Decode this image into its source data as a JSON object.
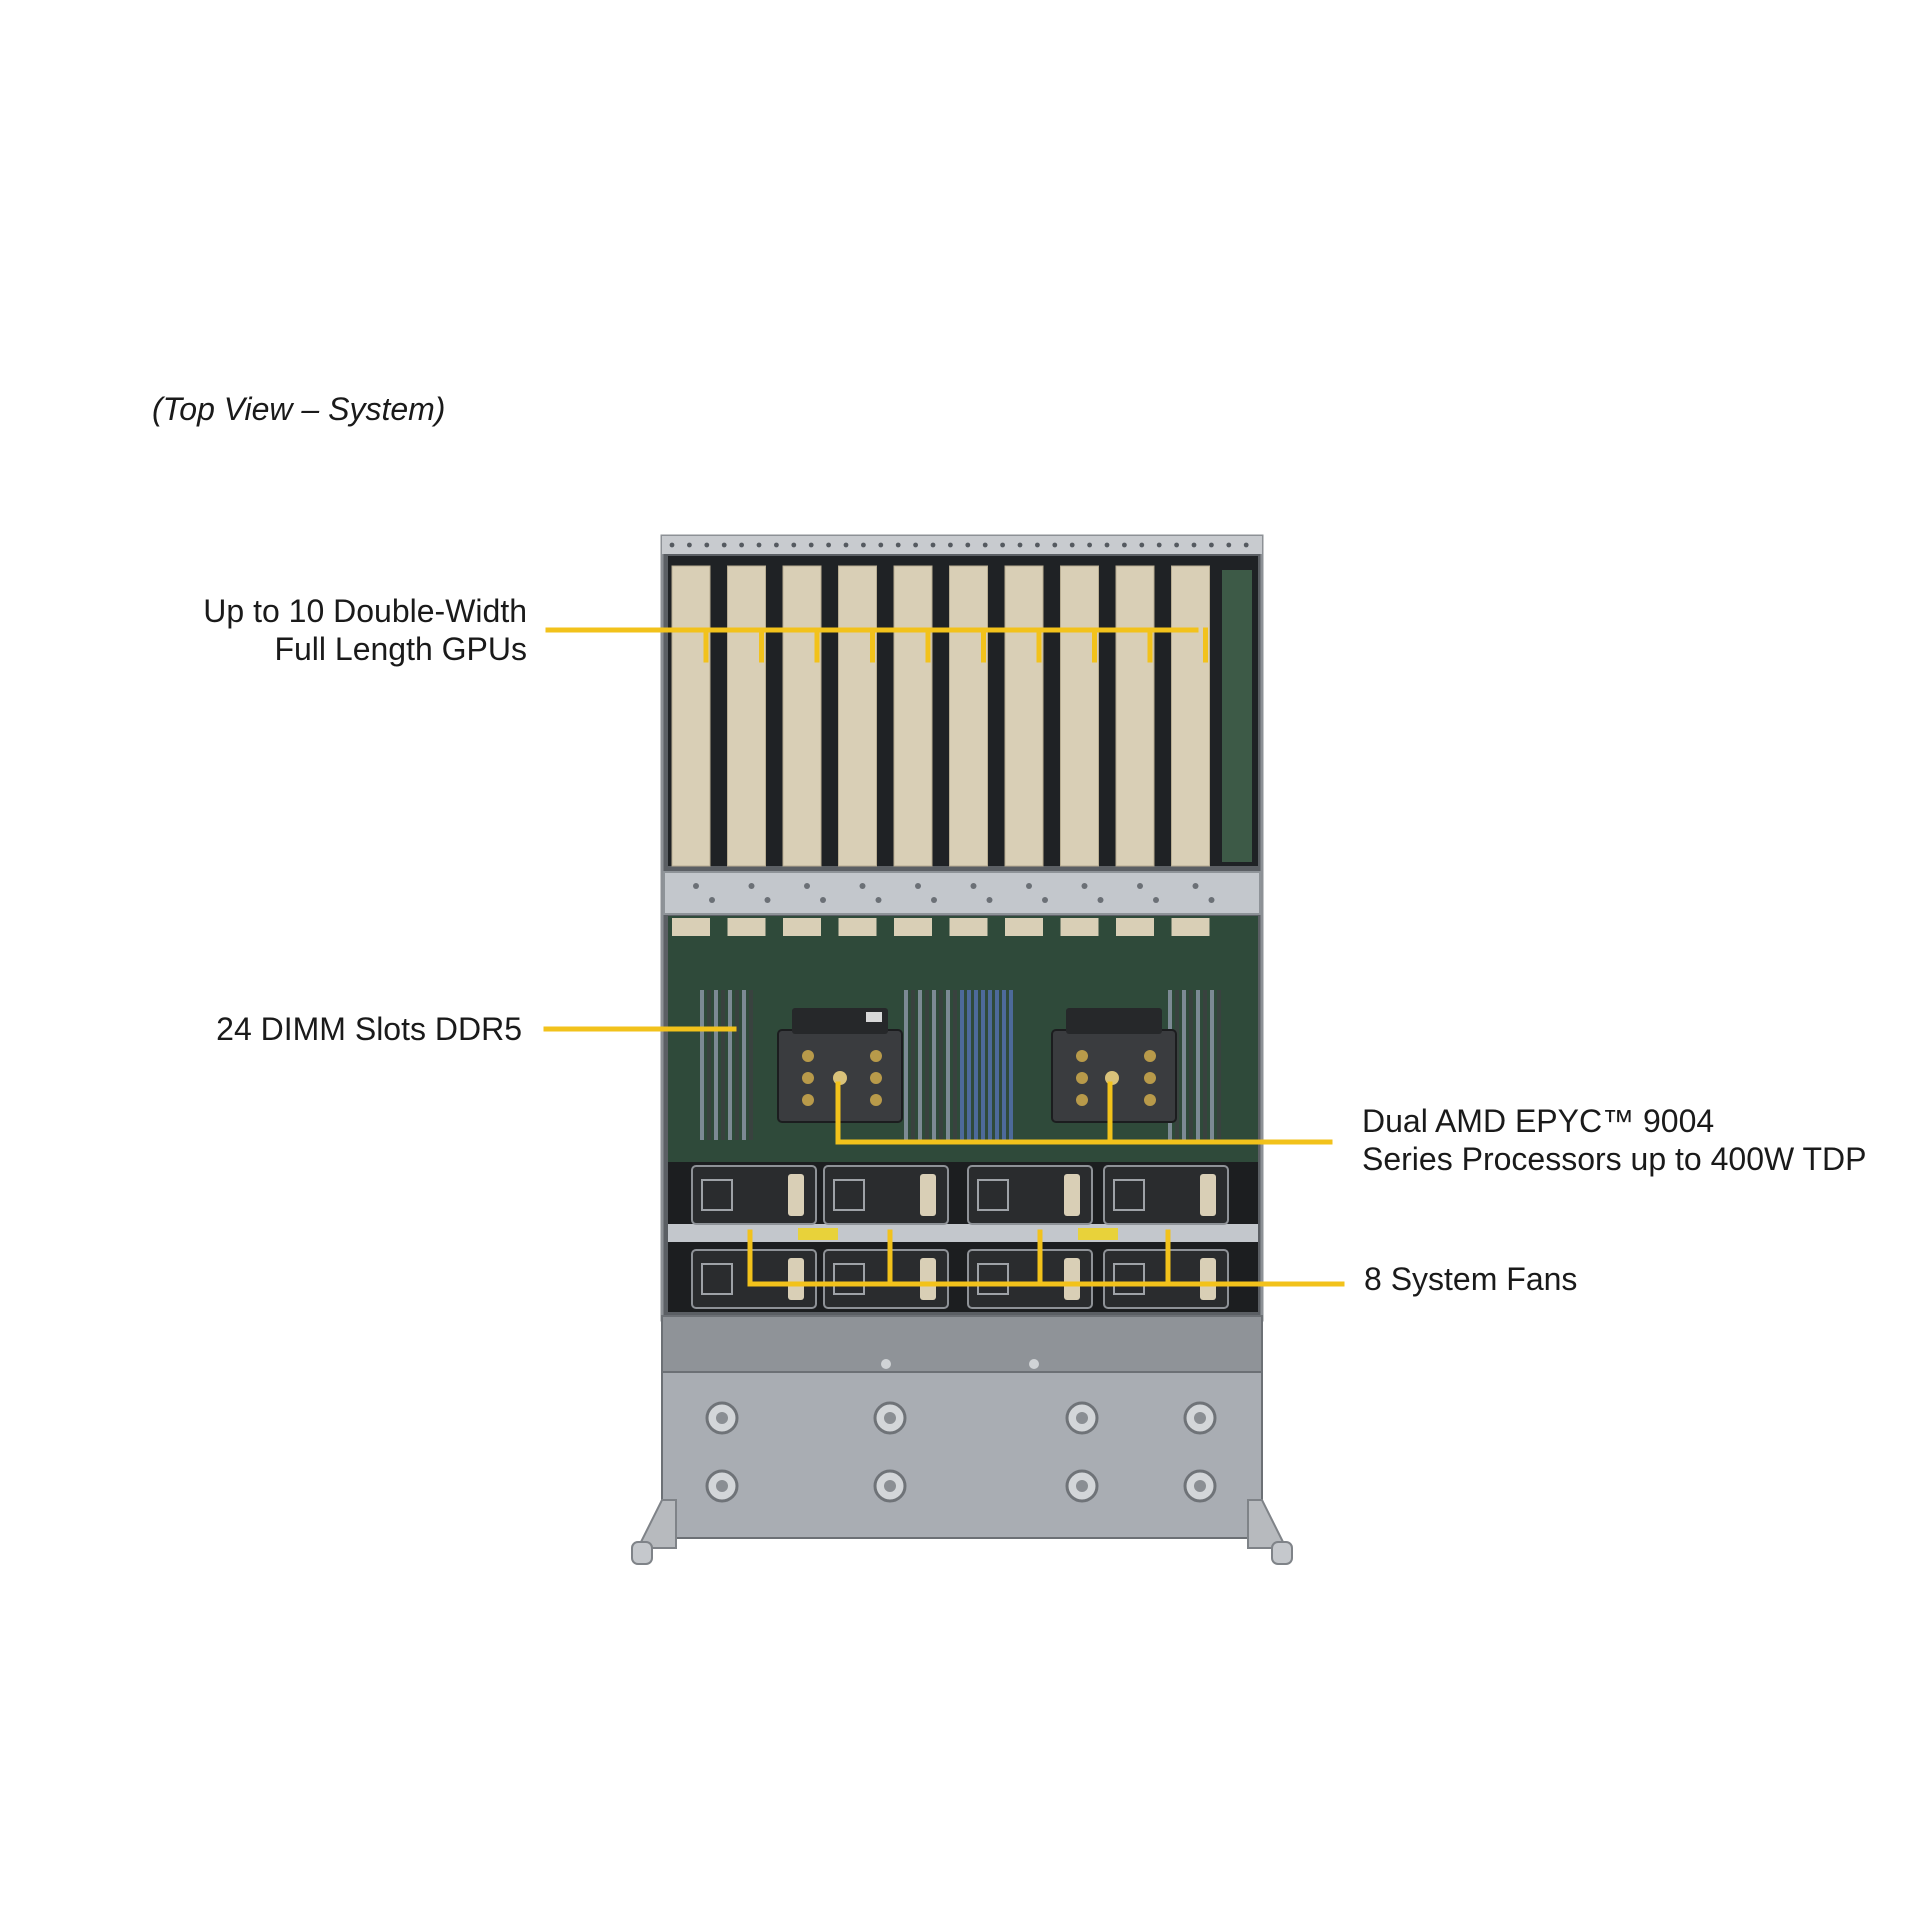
{
  "diagram": {
    "view_label": "(Top View – System)",
    "callouts": {
      "gpus": [
        "Up to 10 Double-Width",
        "Full Length GPUs"
      ],
      "dimms": [
        "24 DIMM  Slots DDR5"
      ],
      "cpus": [
        "Dual AMD EPYC™ 9004",
        "Series Processors up to 400W TDP"
      ],
      "fans": [
        "8 System Fans"
      ]
    },
    "colors": {
      "leader": "#f2c21b",
      "gpu_card": "#d9cfb6",
      "chassis_metal": "#a9adb3",
      "board": "#2f4a3a"
    },
    "counts": {
      "gpu_slots": 10,
      "system_fans": 8,
      "processors": 2
    }
  }
}
